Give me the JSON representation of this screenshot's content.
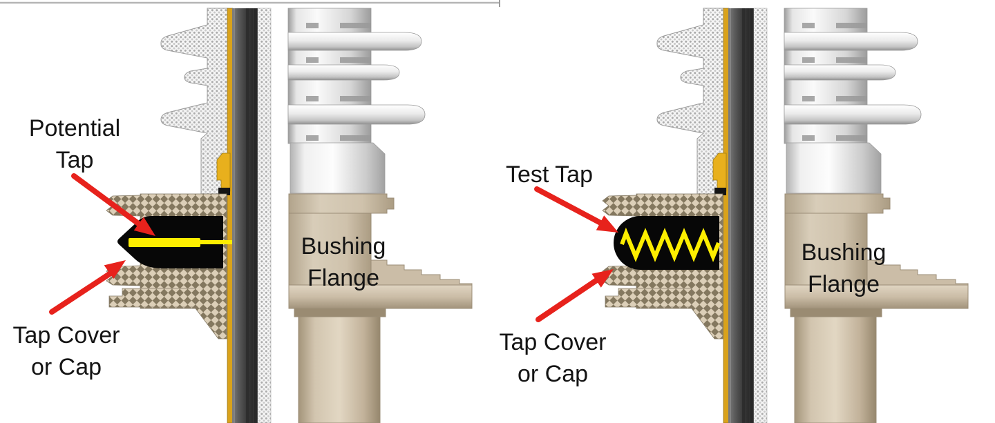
{
  "figure": {
    "type": "technical-diagram",
    "description": "Two cutaway/exterior views of high-voltage transformer bushings comparing a potential tap (rod contact) and a test tap (spring contact)",
    "panels": [
      {
        "id": "left",
        "tap_style": "rod",
        "labels": {
          "tap": [
            "Potential",
            "Tap"
          ],
          "cover": [
            "Tap Cover",
            "or Cap"
          ],
          "flange": [
            "Bushing",
            "Flange"
          ]
        }
      },
      {
        "id": "right",
        "tap_style": "spring",
        "labels": {
          "tap": [
            "Test Tap"
          ],
          "cover": [
            "Tap Cover",
            "or Cap"
          ],
          "flange": [
            "Bushing",
            "Flange"
          ]
        }
      }
    ],
    "colors": {
      "background": "#ffffff",
      "text": "#141414",
      "arrow_red": "#e7221c",
      "tap_yellow": "#fdee00",
      "condenser_gold": "#d9a21b",
      "cavity_black": "#070707",
      "flange_tan": "#cbbda7",
      "flange_tan_dark": "#9a8b72",
      "porcelain_light": "#f2f2f2",
      "porcelain_shadow": "#9c9c9c",
      "crosshatch_brown": "#84785f"
    }
  }
}
